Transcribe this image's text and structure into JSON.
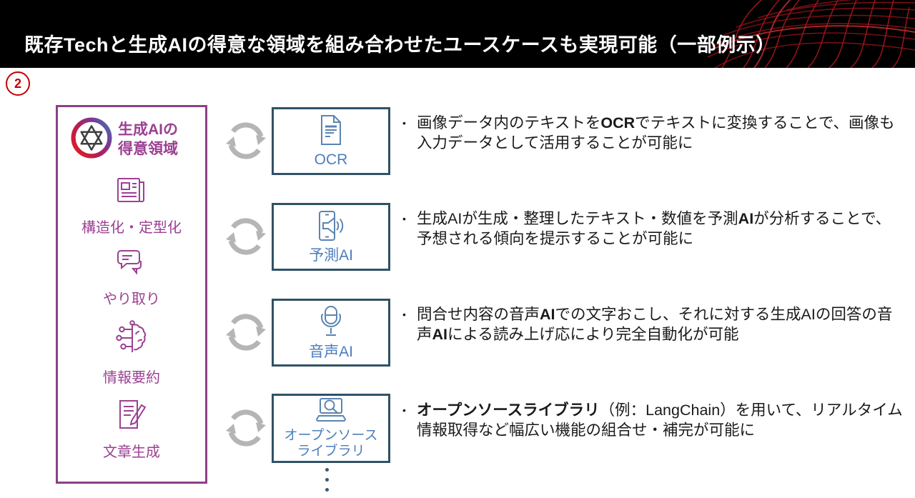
{
  "slide": {
    "marker": "2",
    "title": "既存Techと生成AIの得意な領域を組み合わせたユースケースも実現可能（一部例示）"
  },
  "colors": {
    "header_bg": "#000000",
    "header_mesh_red": "#A3161C",
    "marker_red": "#C00000",
    "accent_purple": "#8E3F86",
    "purple_text": "#9B3F92",
    "tech_border": "#2F5266",
    "tech_label_blue": "#4D7EBB",
    "cycle_gray": "#B5B5B5"
  },
  "gen_ai_panel": {
    "logo_icon": "openai-logo-icon",
    "header_label": "生成AIの\n得意領域",
    "items": [
      {
        "icon": "newspaper-icon",
        "label": "構造化・定型化"
      },
      {
        "icon": "chat-bubbles-icon",
        "label": "やり取り"
      },
      {
        "icon": "brain-circuit-icon",
        "label": "情報要約"
      },
      {
        "icon": "document-pencil-icon",
        "label": "文章生成"
      }
    ]
  },
  "tech_boxes": [
    {
      "icon": "document-text-icon",
      "label": "OCR"
    },
    {
      "icon": "phone-speaker-icon",
      "label": "予測AI"
    },
    {
      "icon": "microphone-icon",
      "label": "音声AI"
    },
    {
      "icon": "laptop-search-icon",
      "label": "オープンソース\nライブラリ"
    }
  ],
  "cycle_icon": "cycle-arrows-icon",
  "bullets": [
    {
      "segments": [
        {
          "text": "画像データ内のテキストを",
          "bold": false
        },
        {
          "text": "OCR",
          "bold": true
        },
        {
          "text": "でテキストに変換することで、画像も入力データとして活用することが可能に",
          "bold": false
        }
      ]
    },
    {
      "segments": [
        {
          "text": "生成AIが生成・整理したテキスト・数値を予測",
          "bold": false
        },
        {
          "text": "AI",
          "bold": true
        },
        {
          "text": "が分析することで、予想される傾向を提示することが可能に",
          "bold": false
        }
      ]
    },
    {
      "segments": [
        {
          "text": "問合せ内容の音声",
          "bold": false
        },
        {
          "text": "AI",
          "bold": true
        },
        {
          "text": "での文字おこし、それに対する生成AIの回答の音声",
          "bold": false
        },
        {
          "text": "AI",
          "bold": true
        },
        {
          "text": "による読み上げ応により完全自動化が可能",
          "bold": false
        }
      ]
    },
    {
      "segments": [
        {
          "text": "オープンソースライブラリ",
          "bold": true
        },
        {
          "text": "（例：LangChain）を用いて、リアルタイム情報取得など幅広い機能の組合せ・補完が可能に",
          "bold": false
        }
      ]
    }
  ],
  "bullet_marker": "•"
}
